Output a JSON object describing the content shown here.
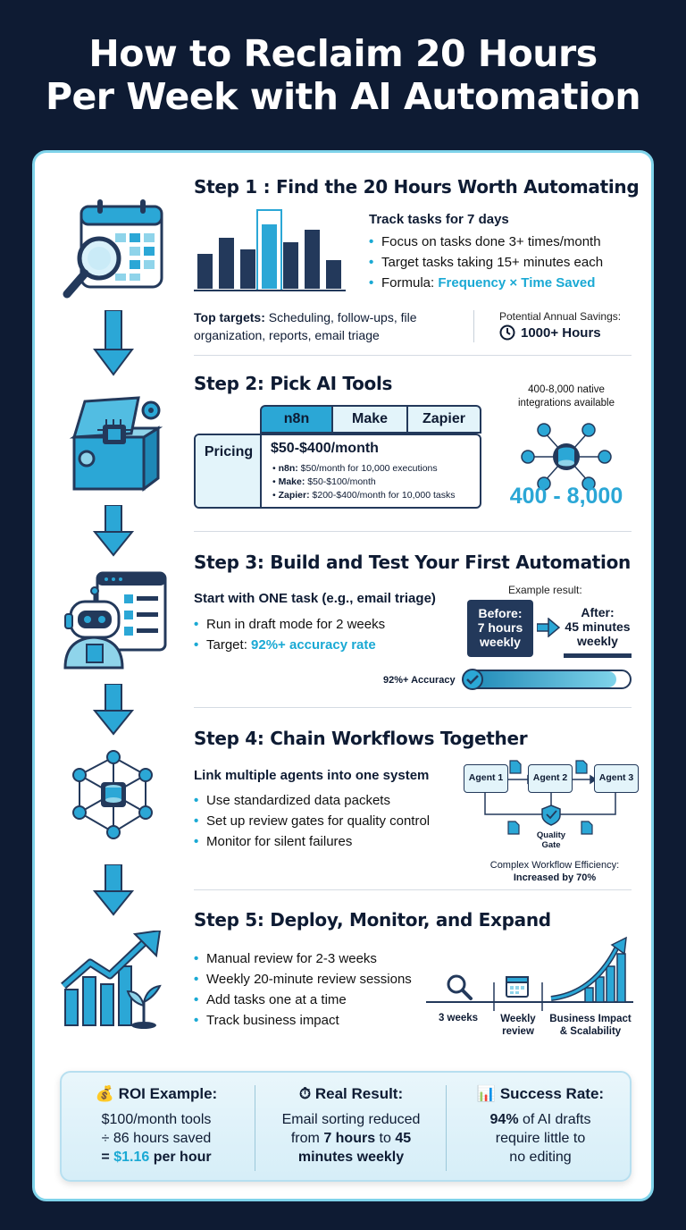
{
  "title": {
    "line1": "How to Reclaim 20 Hours",
    "line2": "Per Week with AI Automation"
  },
  "step1": {
    "title": "Step 1 : Find the 20 Hours Worth Automating",
    "heading": "Track tasks for 7 days",
    "bullets": [
      "Focus on tasks done 3+ times/month",
      "Target tasks taking 15+ minutes each"
    ],
    "formula_label": "Formula: ",
    "formula_value": "Frequency × Time Saved",
    "targets_label": "Top targets:",
    "targets_text": " Scheduling, follow-ups, file organization, reports, email triage",
    "savings_label": "Potential Annual Savings:",
    "savings_value": "1000+ Hours",
    "icon": "calendar-magnifier-icon",
    "bar_levels": [
      0.46,
      0.68,
      0.52,
      0.86,
      0.62,
      0.78,
      0.38
    ]
  },
  "step2": {
    "title": "Step 2: Pick AI Tools",
    "tools": [
      "n8n",
      "Make",
      "Zapier"
    ],
    "row_label": "Pricing",
    "price_range": "$50-$400/month",
    "details": [
      {
        "name": "n8n:",
        "text": " $50/month for 10,000 executions"
      },
      {
        "name": "Make:",
        "text": " $50-$100/month"
      },
      {
        "name": "Zapier:",
        "text": " $200-$400/month for 10,000 tasks"
      }
    ],
    "integrations_caption": "400-8,000 native integrations available",
    "integrations_big": "400 - 8,000",
    "icon": "toolbox-chip-icon"
  },
  "step3": {
    "title": "Step 3: Build and Test Your First Automation",
    "heading": "Start with ONE task (e.g., email triage)",
    "bullet1": "Run in draft mode for 2 weeks",
    "target_label": "Target: ",
    "target_value": "92%+ accuracy rate",
    "example_label": "Example result:",
    "before_label": "Before:",
    "before_value": "7 hours",
    "before_unit": "weekly",
    "after_label": "After:",
    "after_value": "45 minutes",
    "after_unit": "weekly",
    "accuracy_label": "92%+ Accuracy",
    "accuracy_fraction": 0.92,
    "icon": "robot-icon"
  },
  "step4": {
    "title": "Step 4: Chain Workflows Together",
    "heading": "Link multiple agents into one system",
    "bullets": [
      "Use standardized data packets",
      "Set up review gates for quality control",
      "Monitor for silent failures"
    ],
    "agents": [
      "Agent 1",
      "Agent 2",
      "Agent 3"
    ],
    "gate_label": "Quality Gate",
    "efficiency_label": "Complex Workflow Efficiency:",
    "efficiency_value": "Increased by 70%",
    "icon": "network-database-icon"
  },
  "step5": {
    "title": "Step 5: Deploy, Monitor, and Expand",
    "bullets": [
      "Manual review for 2-3 weeks",
      "Weekly 20-minute review sessions",
      "Add tasks one at a time",
      "Track business impact"
    ],
    "timeline": [
      "3 weeks",
      "Weekly review",
      "Business Impact & Scalability"
    ],
    "icon": "growth-chart-icon"
  },
  "roi": {
    "col1_title": "ROI Example:",
    "col1_l1": "$100/month tools",
    "col1_l2": "÷ 86 hours saved",
    "col1_l3a": "= ",
    "col1_l3b": "$1.16",
    "col1_l3c": " per hour",
    "col2_title": "Real Result:",
    "col2_l1": "Email sorting reduced",
    "col2_l2a": "from ",
    "col2_l2b": "7 hours",
    "col2_l2c": " to ",
    "col2_l2d": "45",
    "col2_l3": "minutes weekly",
    "col3_title": "Success Rate:",
    "col3_l1a": "94%",
    "col3_l1b": " of AI drafts",
    "col3_l2": "require little to",
    "col3_l3": "no editing"
  },
  "colors": {
    "navy": "#0e1b33",
    "cyan": "#1aa9d4",
    "light_cyan": "#7fd3ea",
    "dark_blue": "#23395b"
  }
}
